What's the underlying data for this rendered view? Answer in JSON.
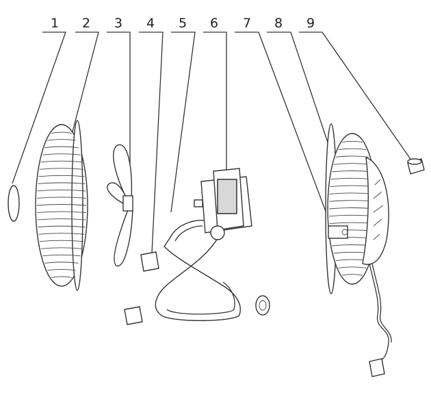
{
  "diagram": {
    "callouts": [
      {
        "number": "1",
        "part": "front-grille-badge"
      },
      {
        "number": "2",
        "part": "front-grille"
      },
      {
        "number": "3",
        "part": "fan-blade"
      },
      {
        "number": "4",
        "part": "blade-nut"
      },
      {
        "number": "5",
        "part": "support-stand"
      },
      {
        "number": "6",
        "part": "motor"
      },
      {
        "number": "7",
        "part": "rear-grille"
      },
      {
        "number": "8",
        "part": "rear-housing-with-cord"
      },
      {
        "number": "9",
        "part": "control-knob"
      }
    ]
  }
}
